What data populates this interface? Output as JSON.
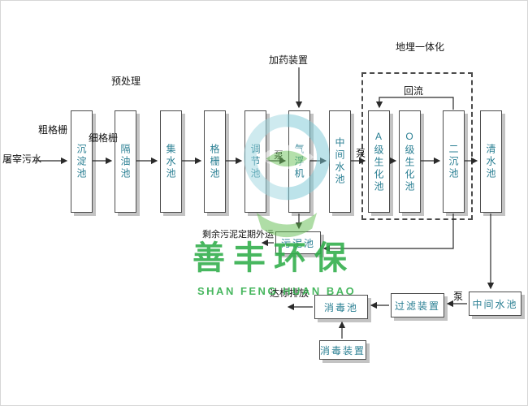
{
  "labels": {
    "influent": "屠宰污水",
    "coarse_screen": "粗格栅",
    "fine_screen": "细格栅",
    "pretreatment": "预处理",
    "dosing_device": "加药装置",
    "underground_integrated": "地埋一体化",
    "reflux": "回流",
    "pump_1": "泵",
    "pump_2": "泵",
    "pump_3": "泵",
    "excess_sludge_note": "剩余污泥定期外运",
    "discharge": "达标排放",
    "disinfection_device": "消毒装置"
  },
  "tanks": {
    "sedimentation": "沉淀池",
    "oil_separator": "隔油池",
    "collecting": "集水池",
    "screen_tank": "格栅池",
    "regulating": "调节池",
    "air_flotation": "气浮机",
    "intermediate_1": "中间水池",
    "a_biochemical": "A级生化池",
    "o_biochemical": "O级生化池",
    "secondary_sedimentation": "二沉池",
    "clear_water": "清水池",
    "sludge": "污泥池",
    "disinfection": "消毒池",
    "filter_device": "过滤装置",
    "intermediate_2": "中间水池"
  },
  "watermark": {
    "brand_cn": "善丰环保",
    "brand_en": "SHAN FENG HUAN BAO"
  },
  "colors": {
    "tank_text": "#2a7f93",
    "label_text": "#141414",
    "brand_green": "#2fae4a",
    "logo_blue": "#9ed7e0",
    "box_shadow": "#c3c3c3"
  }
}
